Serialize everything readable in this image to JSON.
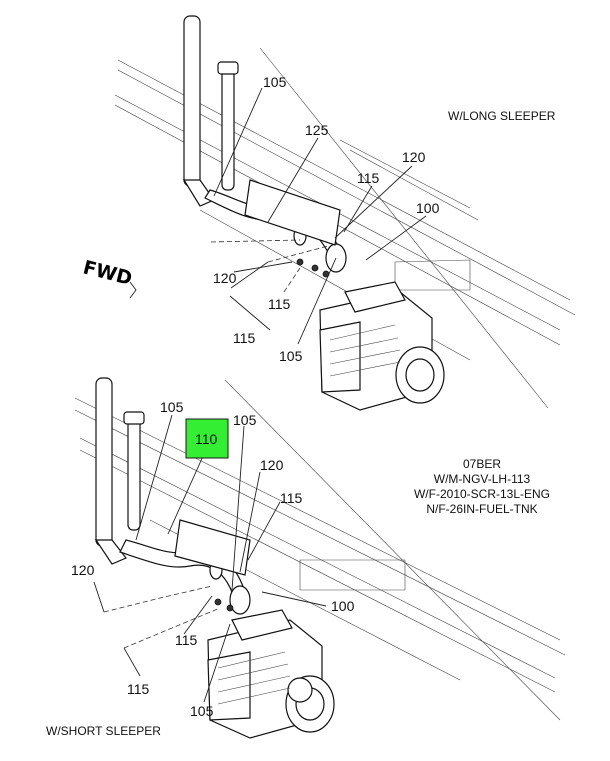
{
  "top_view": {
    "caption": "W/LONG SLEEPER",
    "fwd": "FWD",
    "callouts": [
      "105",
      "125",
      "120",
      "115",
      "100",
      "120",
      "115",
      "115",
      "105"
    ]
  },
  "bottom_view": {
    "caption": "W/SHORT SLEEPER",
    "callouts": [
      "105",
      "105",
      "120",
      "115",
      "120",
      "100",
      "115",
      "115",
      "105"
    ],
    "highlight": {
      "label": "110",
      "color": "#33ee33"
    }
  },
  "notes": [
    "07BER",
    "W/M-NGV-LH-113",
    "W/F-2010-SCR-13L-ENG",
    "N/F-26IN-FUEL-TNK"
  ]
}
